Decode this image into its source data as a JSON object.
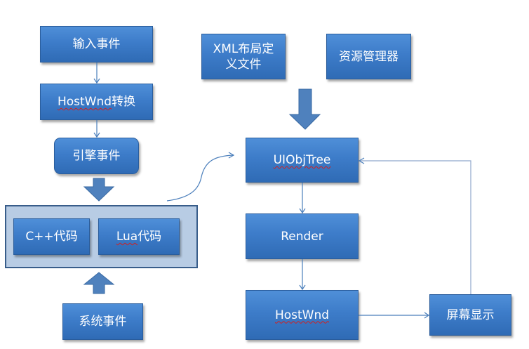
{
  "diagram": {
    "nodes": {
      "input_event": "输入事件",
      "hostwnd_convert_word": "HostWnd",
      "hostwnd_convert_suffix": "转换",
      "engine_event": "引擎事件",
      "cpp_code": "C++代码",
      "lua_word": "Lua",
      "lua_suffix": "代码",
      "system_event": "系统事件",
      "xml_layout": "XML布局定义文件",
      "resource_manager": "资源管理器",
      "uiobjtree": "UIObjTree",
      "render": "Render",
      "hostwnd": "HostWnd",
      "screen_display": "屏幕显示"
    },
    "colors": {
      "box_fill": "#3d7cc9",
      "box_border": "#2a5d9c",
      "group_fill": "#b8cce4",
      "group_border": "#385d8a",
      "connector": "#4a7ebb",
      "block_arrow": "#4f81bd"
    }
  }
}
